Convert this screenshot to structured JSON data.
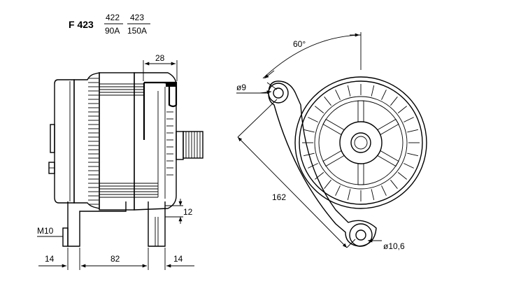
{
  "header": {
    "model": "F 423",
    "variant_a": {
      "code": "422",
      "rating": "90A"
    },
    "variant_b": {
      "code": "423",
      "rating": "150A"
    }
  },
  "side_view": {
    "dim_top": "28",
    "dim_right": "12",
    "dim_bottom_left": "14",
    "dim_bottom_mid": "82",
    "dim_bottom_right": "14",
    "bolt_label": "M10"
  },
  "front_view": {
    "angle": "60°",
    "hole_top": "ø9",
    "diagonal": "162",
    "hole_bottom": "ø10,6"
  }
}
